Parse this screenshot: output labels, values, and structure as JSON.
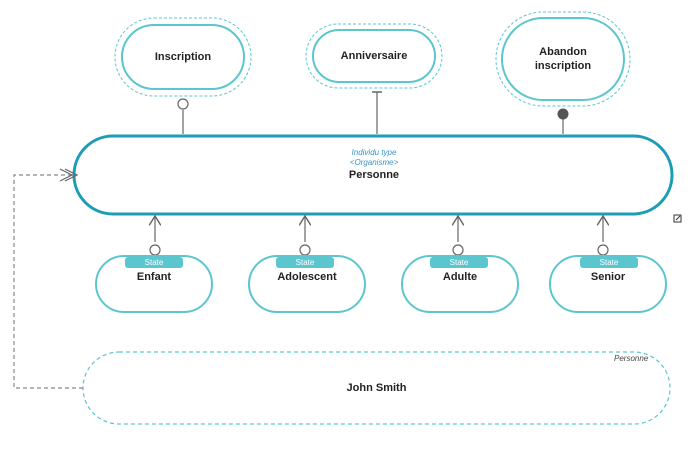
{
  "colors": {
    "teal_dark": "#1c9db5",
    "teal_light": "#5cc6cf",
    "arrow_gray": "#666666",
    "dashed_gray": "#888888",
    "stereotype_blue": "#3b94c4"
  },
  "top_states": [
    {
      "name": "Inscription",
      "connector": "open-circle"
    },
    {
      "name": "Anniversaire",
      "connector": "bar"
    },
    {
      "name": "Abandon\ninscription",
      "connector": "filled-circle"
    }
  ],
  "main": {
    "stereotype_line1": "Individu type",
    "stereotype_line2": "<Organisme>",
    "name": "Personne",
    "corner_icon": "link-icon"
  },
  "bottom_states": [
    {
      "tag": "State",
      "name": "Enfant"
    },
    {
      "tag": "State",
      "name": "Adolescent"
    },
    {
      "tag": "State",
      "name": "Adulte"
    },
    {
      "tag": "State",
      "name": "Senior"
    }
  ],
  "instance": {
    "name": "John Smith",
    "type_label": "Personne"
  }
}
